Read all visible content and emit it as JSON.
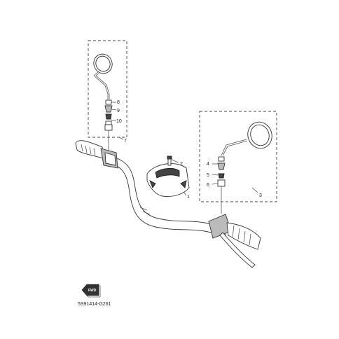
{
  "diagram": {
    "callouts": [
      "1",
      "2",
      "3",
      "4",
      "5",
      "6",
      "7",
      "8",
      "9",
      "10"
    ],
    "fwd_label": "FWD",
    "drawing_code": "5S91414-G261"
  }
}
